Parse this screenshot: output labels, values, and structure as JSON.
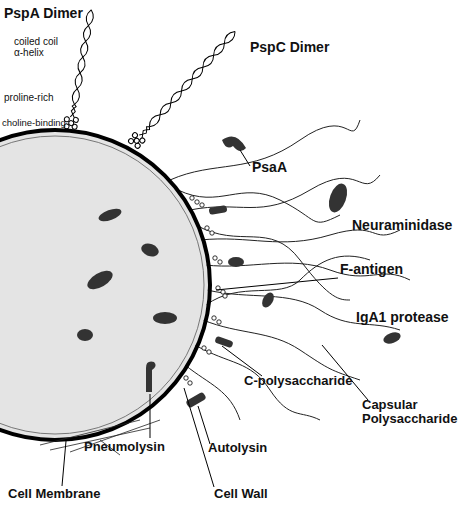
{
  "diagram": {
    "labels": [
      "PspA Dimer",
      "coiled coil α-helix",
      "proline-rich",
      "choline-binding",
      "PspC Dimer",
      "PsaA",
      "Neuraminidase",
      "F-antigen",
      "IgA1 protease",
      "Capsular Polysaccharide",
      "C-polysaccharide",
      "Pneumolysin",
      "Autolysin",
      "Cell Membrane",
      "Cell Wall"
    ]
  }
}
